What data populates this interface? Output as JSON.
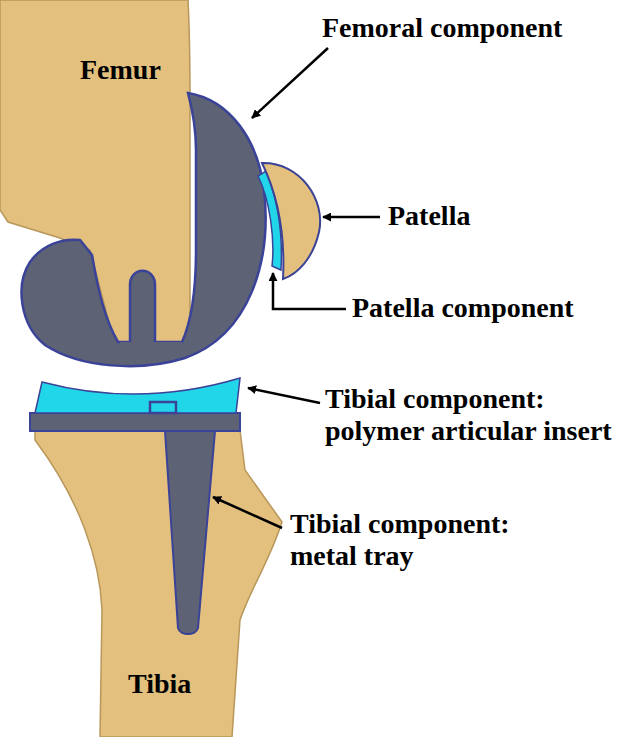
{
  "diagram": {
    "labels": [
      "Femoral component",
      "Femur",
      "Patella",
      "Patella component",
      "Tibial component: polymer articular insert",
      "Tibial component: metal tray",
      "Tibia"
    ]
  }
}
